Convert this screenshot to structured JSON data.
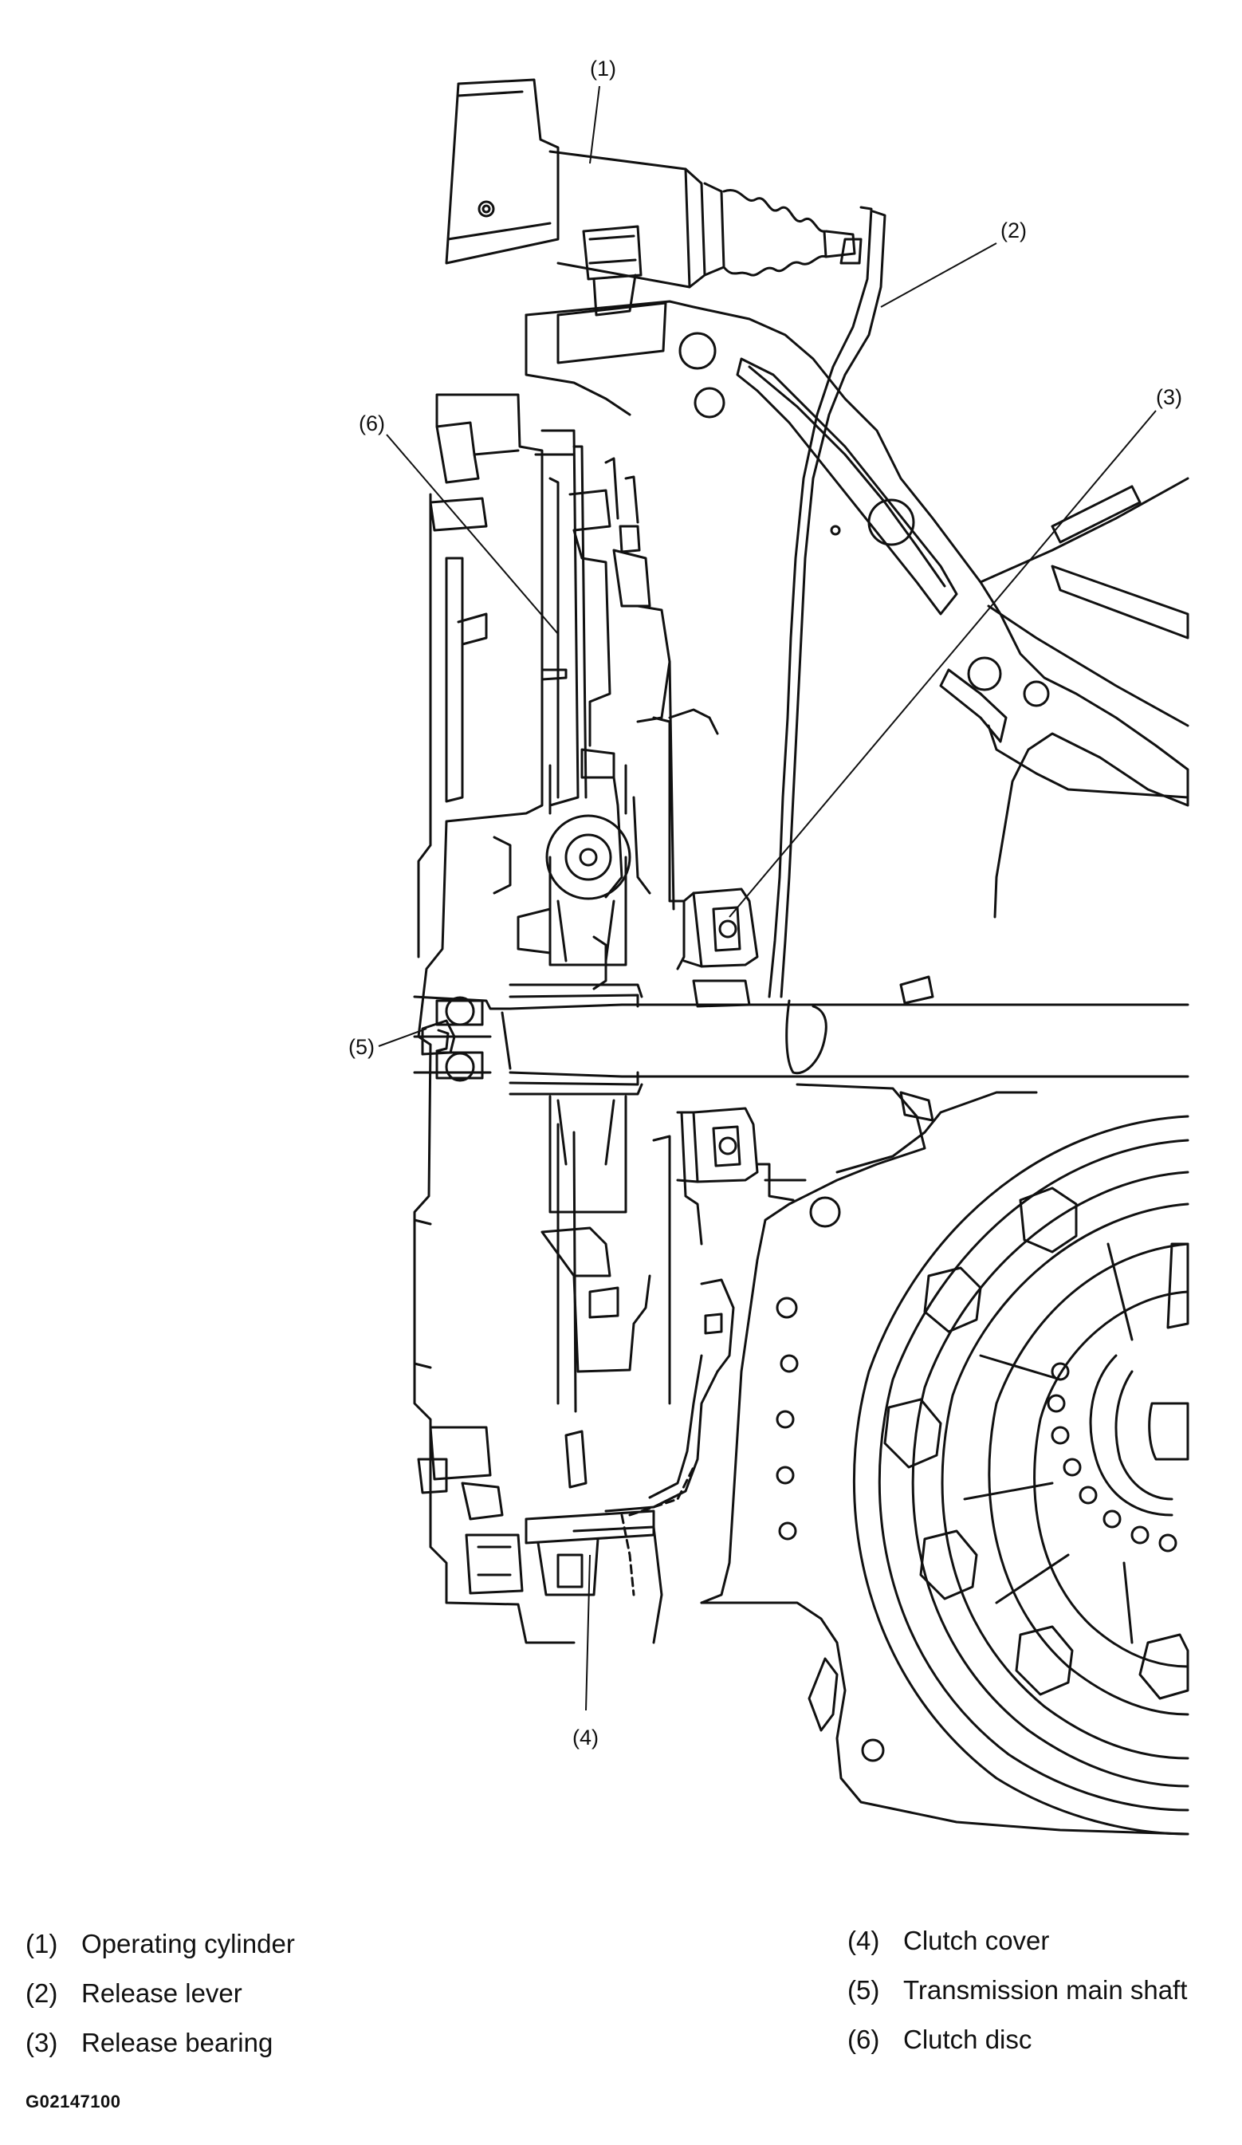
{
  "callouts": [
    {
      "id": "1",
      "label": "(1)"
    },
    {
      "id": "2",
      "label": "(2)"
    },
    {
      "id": "3",
      "label": "(3)"
    },
    {
      "id": "4",
      "label": "(4)"
    },
    {
      "id": "5",
      "label": "(5)"
    },
    {
      "id": "6",
      "label": "(6)"
    }
  ],
  "legend": [
    {
      "num": "(1)",
      "text": "Operating cylinder"
    },
    {
      "num": "(2)",
      "text": "Release lever"
    },
    {
      "num": "(3)",
      "text": "Release bearing"
    },
    {
      "num": "(4)",
      "text": "Clutch cover"
    },
    {
      "num": "(5)",
      "text": "Transmission main shaft"
    },
    {
      "num": "(6)",
      "text": "Clutch disc"
    }
  ],
  "figure_code": "G02147100"
}
